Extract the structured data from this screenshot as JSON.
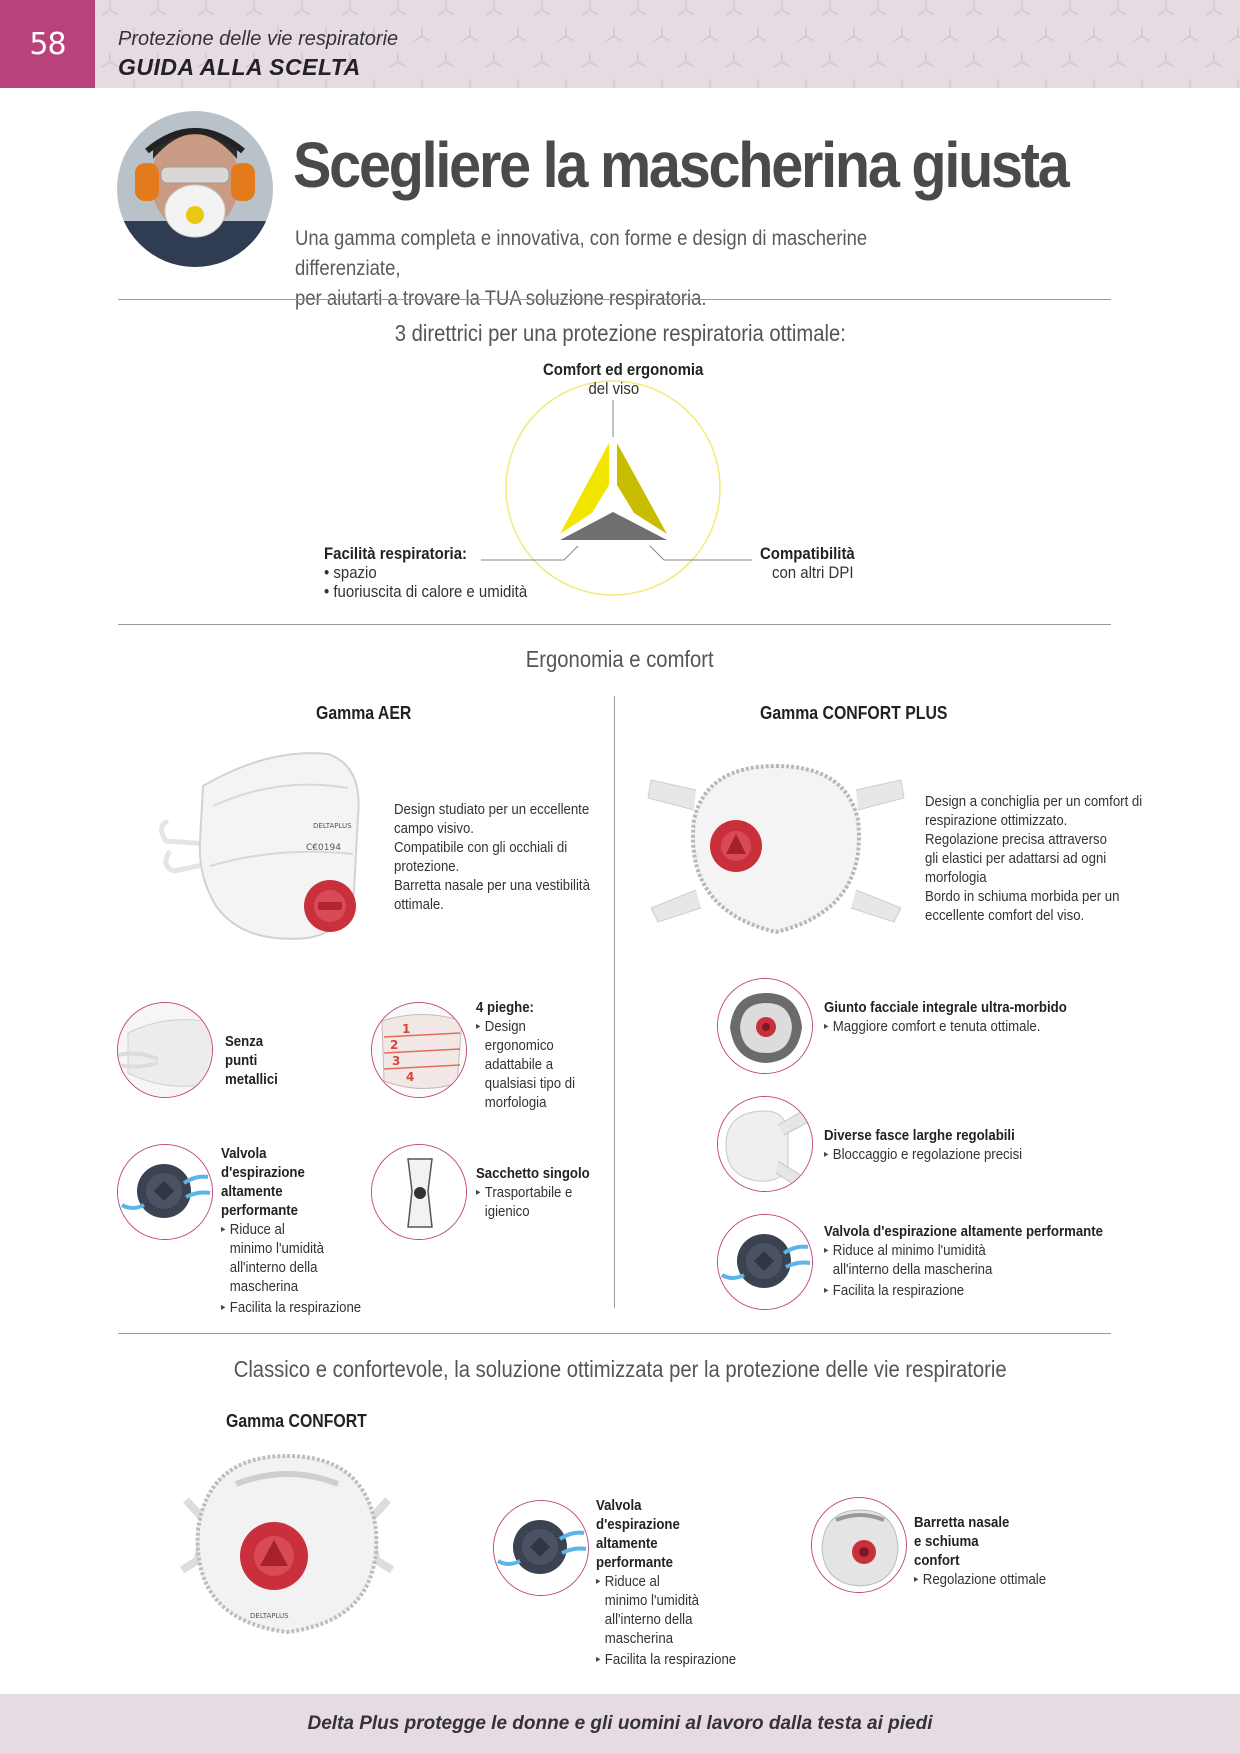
{
  "header": {
    "page_number": "58",
    "section": "Protezione delle vie respiratorie",
    "title": "GUIDA ALLA SCELTA"
  },
  "hero": {
    "title": "Scegliere la mascherina giusta",
    "intro_line1": "Una gamma completa e innovativa, con forme e design di mascherine differenziate,",
    "intro_line2": "per aiutarti a trovare la TUA soluzione respiratoria."
  },
  "directions": {
    "heading": "3 direttrici per una protezione respiratoria ottimale:",
    "top_title": "Comfort ed ergonomia",
    "top_sub": "del viso",
    "left_title": "Facilità respiratoria:",
    "left_items": [
      "• spazio",
      "• fuoriuscita di calore e umidità"
    ],
    "right_title": "Compatibilità",
    "right_sub": "con altri DPI",
    "colors": {
      "yellow": "#f2e600",
      "olive": "#c8bd00",
      "gray": "#707070",
      "ring": "#f3e97a"
    }
  },
  "ergonomia": {
    "heading": "Ergonomia e comfort",
    "aer": {
      "title": "Gamma AER",
      "desc": [
        "Design studiato per un eccellente",
        "campo visivo.",
        "Compatibile con gli occhiali di",
        "protezione.",
        "Barretta nasale per una vestibilità",
        "ottimale."
      ],
      "features": [
        {
          "title": "Senza punti metallici",
          "bullets": []
        },
        {
          "title": "4 pieghe:",
          "bullets": [
            "Design ergonomico adattabile a qualsiasi tipo di morfologia"
          ]
        },
        {
          "title": "Valvola d'espirazione altamente performante",
          "bullets": [
            "Riduce al minimo l'umidità all'interno della mascherina",
            "Facilita la respirazione"
          ]
        },
        {
          "title": "Sacchetto singolo",
          "bullets": [
            "Trasportabile e igienico"
          ]
        }
      ]
    },
    "confort_plus": {
      "title": "Gamma CONFORT PLUS",
      "desc": [
        "Design a conchiglia per un comfort di",
        "respirazione ottimizzato.",
        "Regolazione precisa attraverso",
        "gli elastici per adattarsi ad ogni",
        "morfologia",
        "Bordo in schiuma morbida per un",
        "eccellente comfort del viso."
      ],
      "features": [
        {
          "title": "Giunto facciale integrale ultra-morbido",
          "bullets": [
            "Maggiore comfort e tenuta ottimale."
          ]
        },
        {
          "title": "Diverse fasce larghe regolabili",
          "bullets": [
            "Bloccaggio e regolazione precisi"
          ]
        },
        {
          "title": "Valvola d'espirazione altamente performante",
          "bullets": [
            "Riduce al minimo l'umidità all'interno della mascherina",
            "Facilita la respirazione"
          ]
        }
      ]
    }
  },
  "classico": {
    "heading": "Classico e confortevole, la soluzione ottimizzata per la protezione delle vie respiratorie",
    "title": "Gamma CONFORT",
    "features": [
      {
        "title": "Valvola d'espirazione altamente performante",
        "bullets": [
          "Riduce al minimo l'umidità all'interno della mascherina",
          "Facilita la respirazione"
        ]
      },
      {
        "title": "Barretta nasale e schiuma confort",
        "bullets": [
          "Regolazione ottimale"
        ]
      }
    ]
  },
  "footer": {
    "text": "Delta Plus protegge le donne e gli uomini al lavoro dalla testa ai piedi"
  },
  "colors": {
    "brand_magenta": "#b9427b",
    "band": "#e6dbe2",
    "valve_red": "#c9303c"
  }
}
